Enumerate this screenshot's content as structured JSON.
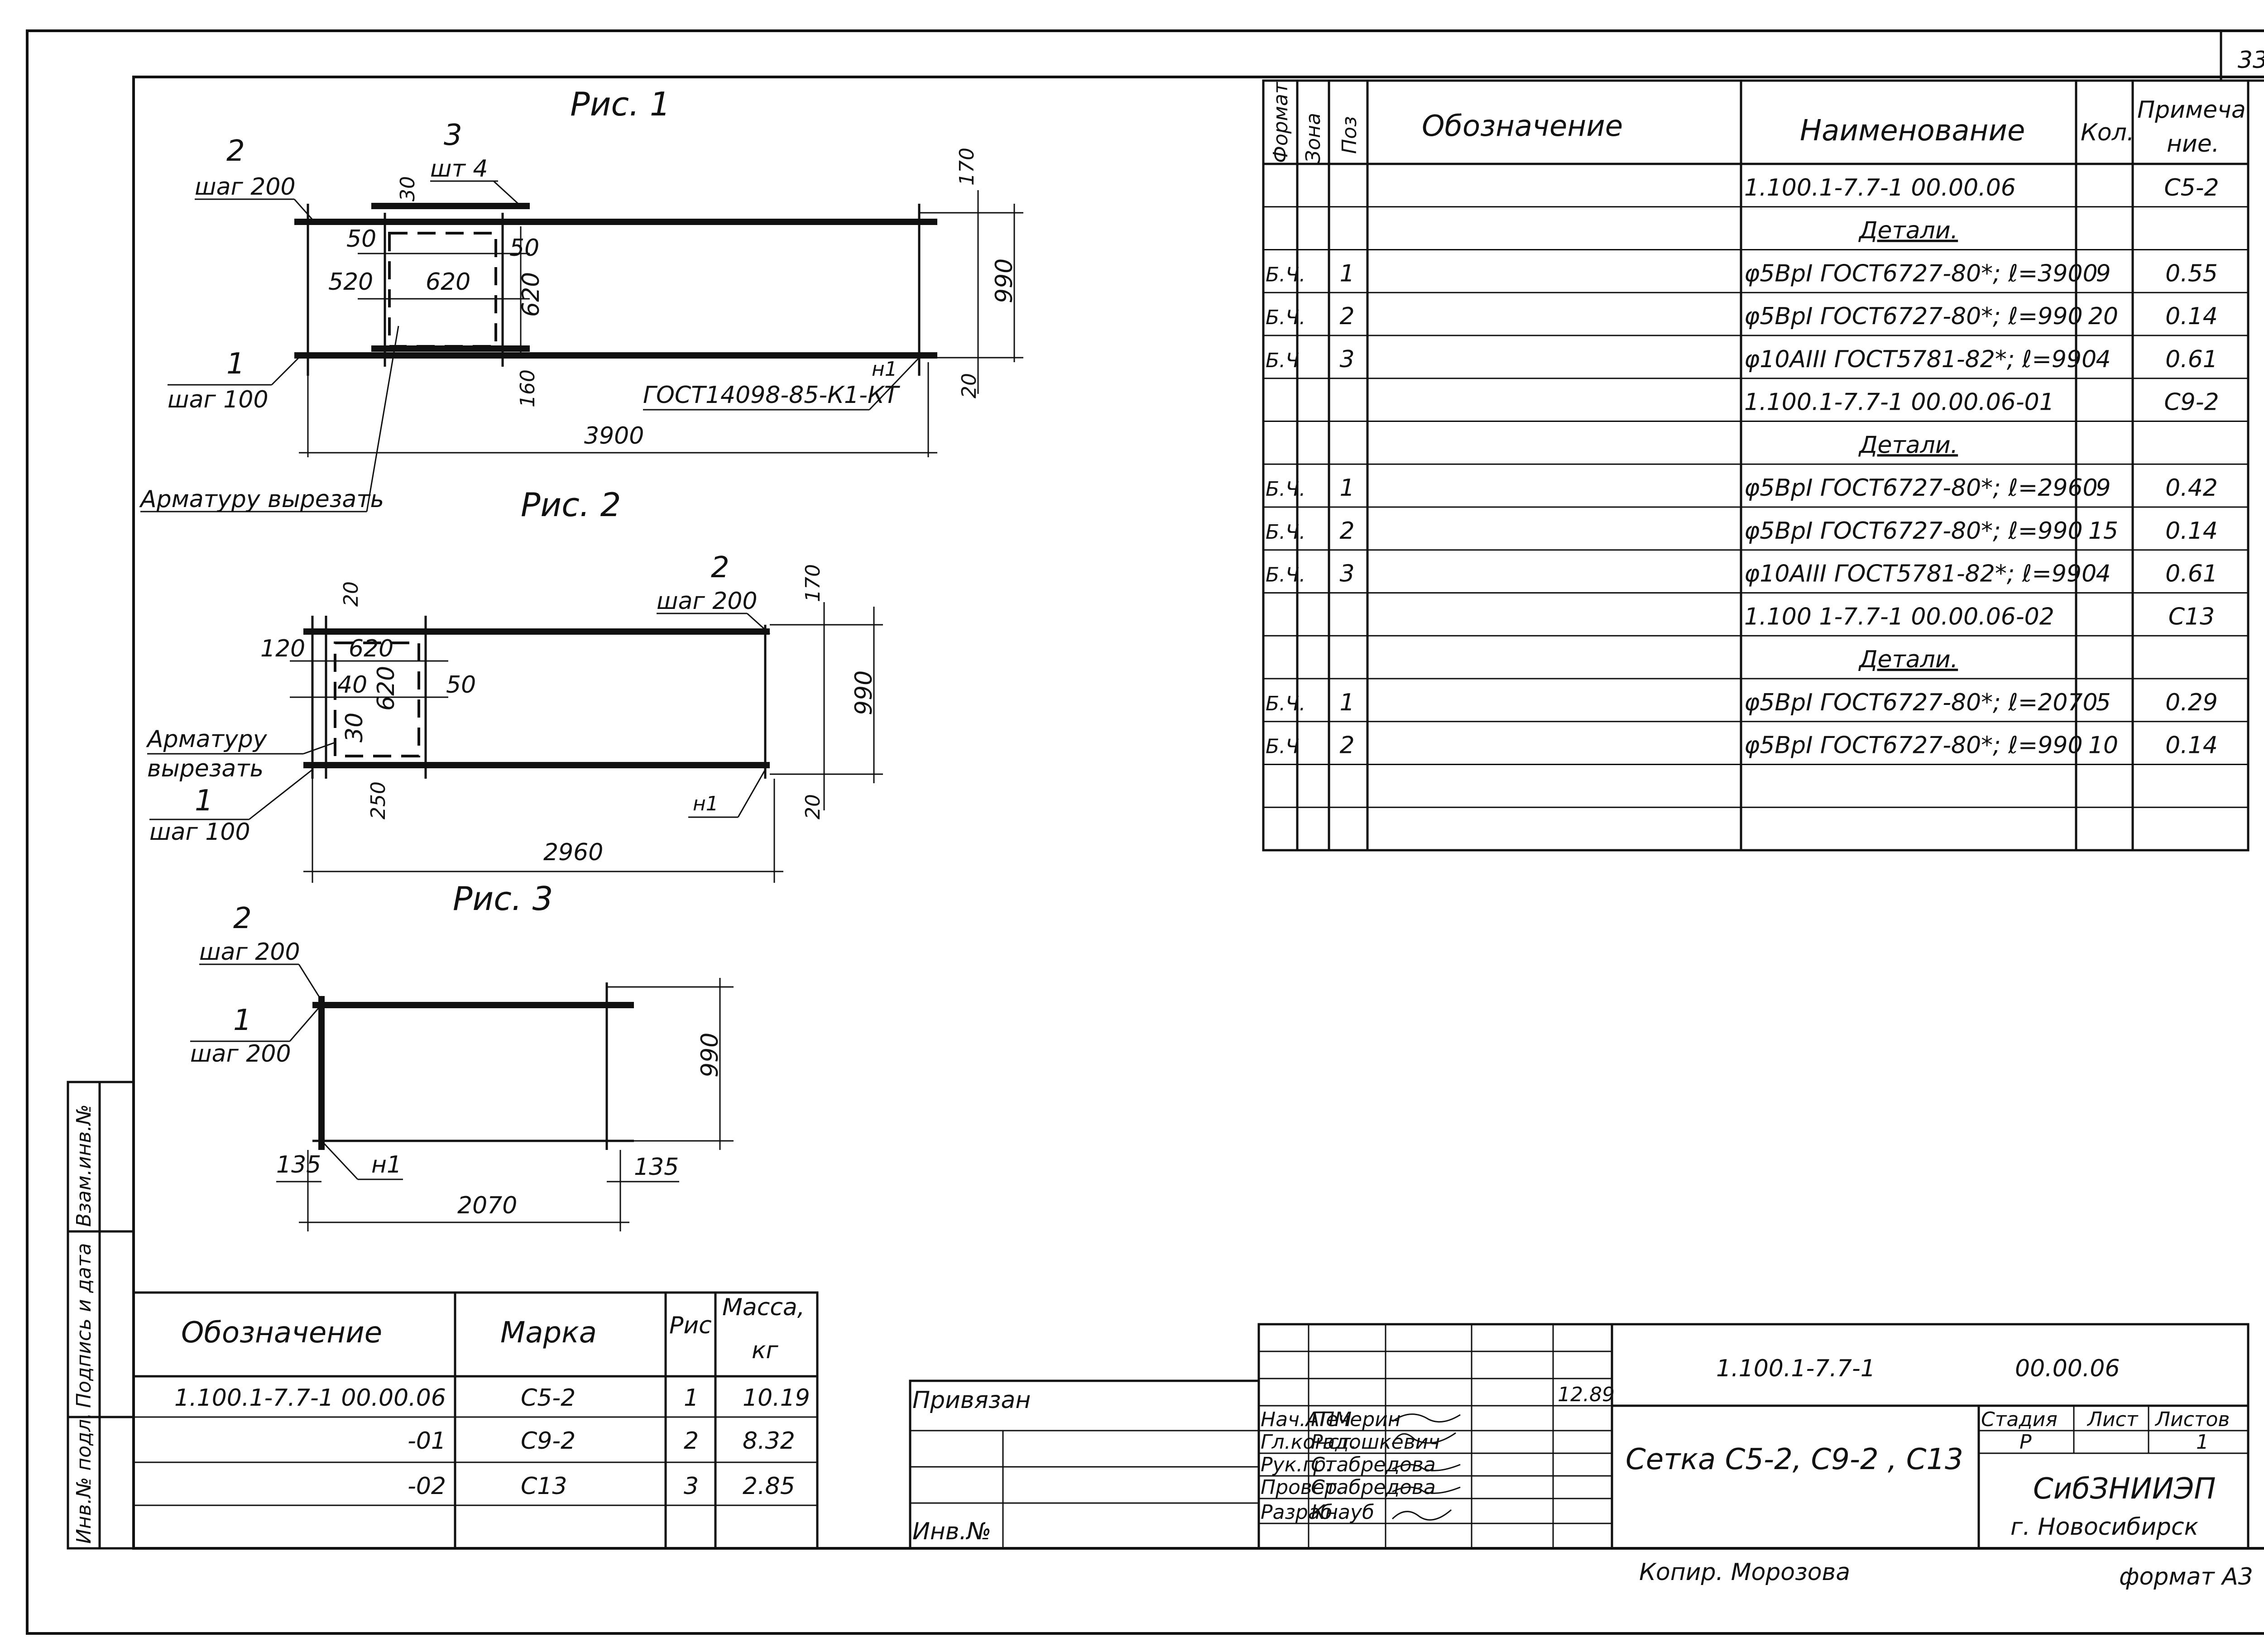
{
  "sheet_number": "33",
  "fig1": {
    "title": "Рис. 1",
    "pos2_num": "2",
    "pos2_step": "шаг 200",
    "pos3_num": "3",
    "pos3_count": "шт 4",
    "pos1_num": "1",
    "pos1_step": "шаг 100",
    "dim_30": "30",
    "dim_50a": "50",
    "dim_520": "520",
    "dim_620a": "620",
    "dim_50b": "50",
    "dim_620b": "620",
    "dim_160": "160",
    "dim_170": "170",
    "dim_990": "990",
    "dim_20": "20",
    "dim_3900": "3900",
    "weld_note": "ГОСТ14098-85-К1-КТ",
    "weld_mark": "н1",
    "cut_note": "Арматуру вырезать"
  },
  "fig2": {
    "title": "Рис. 2",
    "dim_20": "20",
    "dim_120": "120",
    "dim_620a": "620",
    "dim_40": "40",
    "dim_620b": "620",
    "dim_50": "50",
    "dim_30": "30",
    "dim_250": "250",
    "pos2_num": "2",
    "pos2_step": "шаг 200",
    "dim_170": "170",
    "dim_990": "990",
    "cut_note_1": "Арматуру",
    "cut_note_2": "вырезать",
    "pos1_num": "1",
    "pos1_step": "шаг 100",
    "weld_mark": "н1",
    "dim_20b": "20",
    "dim_2960": "2960"
  },
  "fig3": {
    "title": "Рис. 3",
    "pos2_num": "2",
    "pos2_step": "шаг 200",
    "pos1_num": "1",
    "pos1_step": "шаг 200",
    "dim_990": "990",
    "dim_135a": "135",
    "weld_mark": "н1",
    "dim_135b": "135",
    "dim_2070": "2070"
  },
  "spec": {
    "headers": [
      "Формат",
      "Зона",
      "Поз",
      "Обозначение",
      "Наименование",
      "Кол.",
      "Примечание"
    ],
    "note_header_1": "Примеча",
    "note_header_2": "ние.",
    "rows": [
      {
        "fmt": "",
        "zone": "",
        "pos": "",
        "name": "1.100.1-7.7-1    00.00.06",
        "qty": "",
        "note": "С5-2"
      },
      {
        "fmt": "",
        "zone": "",
        "pos": "",
        "name": "Детали.",
        "qty": "",
        "note": ""
      },
      {
        "fmt": "Б.Ч.",
        "zone": "",
        "pos": "1",
        "name": "φ5ВрI ГОСТ6727-80*; ℓ=3900",
        "qty": "9",
        "note": "0.55"
      },
      {
        "fmt": "Б.Ч.",
        "zone": "",
        "pos": "2",
        "name": "φ5ВрI ГОСТ6727-80*; ℓ=990",
        "qty": "20",
        "note": "0.14"
      },
      {
        "fmt": "Б.Ч",
        "zone": "",
        "pos": "3",
        "name": "φ10АIII ГОСТ5781-82*; ℓ=990",
        "qty": "4",
        "note": "0.61"
      },
      {
        "fmt": "",
        "zone": "",
        "pos": "",
        "name": "1.100.1-7.7-1   00.00.06-01",
        "qty": "",
        "note": "С9-2"
      },
      {
        "fmt": "",
        "zone": "",
        "pos": "",
        "name": "Детали.",
        "qty": "",
        "note": ""
      },
      {
        "fmt": "Б.Ч.",
        "zone": "",
        "pos": "1",
        "name": "φ5ВрI ГОСТ6727-80*; ℓ=2960",
        "qty": "9",
        "note": "0.42"
      },
      {
        "fmt": "Б.Ч.",
        "zone": "",
        "pos": "2",
        "name": "φ5ВрI ГОСТ6727-80*; ℓ=990",
        "qty": "15",
        "note": "0.14"
      },
      {
        "fmt": "Б.Ч.",
        "zone": "",
        "pos": "3",
        "name": "φ10АIII ГОСТ5781-82*; ℓ=990",
        "qty": "4",
        "note": "0.61"
      },
      {
        "fmt": "",
        "zone": "",
        "pos": "",
        "name": "1.100 1-7.7-1  00.00.06-02",
        "qty": "",
        "note": "С13"
      },
      {
        "fmt": "",
        "zone": "",
        "pos": "",
        "name": "Детали.",
        "qty": "",
        "note": ""
      },
      {
        "fmt": "Б.Ч.",
        "zone": "",
        "pos": "1",
        "name": "φ5ВрI ГОСТ6727-80*; ℓ=2070",
        "qty": "5",
        "note": "0.29"
      },
      {
        "fmt": "Б.Ч",
        "zone": "",
        "pos": "2",
        "name": "φ5ВрI ГОСТ6727-80*; ℓ=990",
        "qty": "10",
        "note": "0.14"
      },
      {
        "fmt": "",
        "zone": "",
        "pos": "",
        "name": "",
        "qty": "",
        "note": ""
      },
      {
        "fmt": "",
        "zone": "",
        "pos": "",
        "name": "",
        "qty": "",
        "note": ""
      }
    ]
  },
  "mass_table": {
    "headers": [
      "Обозначение",
      "Марка",
      "Рис",
      "Масса,",
      "кг"
    ],
    "rows": [
      {
        "designation": "1.100.1-7.7-1  00.00.06",
        "mark": "С5-2",
        "fig": "1",
        "mass": "10.19"
      },
      {
        "designation": "-01",
        "mark": "С9-2",
        "fig": "2",
        "mass": "8.32"
      },
      {
        "designation": "-02",
        "mark": "С13",
        "fig": "3",
        "mass": "2.85"
      }
    ]
  },
  "side_stamp": [
    "Инв.№ подл.",
    "Подпись и дата",
    "Взам.инв.№"
  ],
  "bind_block": {
    "bound": "Привязан",
    "inv": "Инв.№"
  },
  "title_block": {
    "code": "1.100.1-7.7-1",
    "doc": "00.00.06",
    "roles": [
      "Нач.АПМ",
      "Гл.конст.",
      "Рук.гр.",
      "Провер.",
      "Разраб."
    ],
    "names": [
      "Печерин",
      "Радошкевич",
      "Стабредова",
      "Стабредова",
      "Кнауб"
    ],
    "date": "12.89",
    "title": "Сетка С5-2, С9-2 , С13",
    "stage_h": "Стадия",
    "sheet_h": "Лист",
    "sheets_h": "Листов",
    "stage": "Р",
    "sheets": "1",
    "org": "СибЗНИИЭП",
    "city": "г. Новосибирск",
    "copied": "Копир. Морозова",
    "format": "формат А3"
  }
}
